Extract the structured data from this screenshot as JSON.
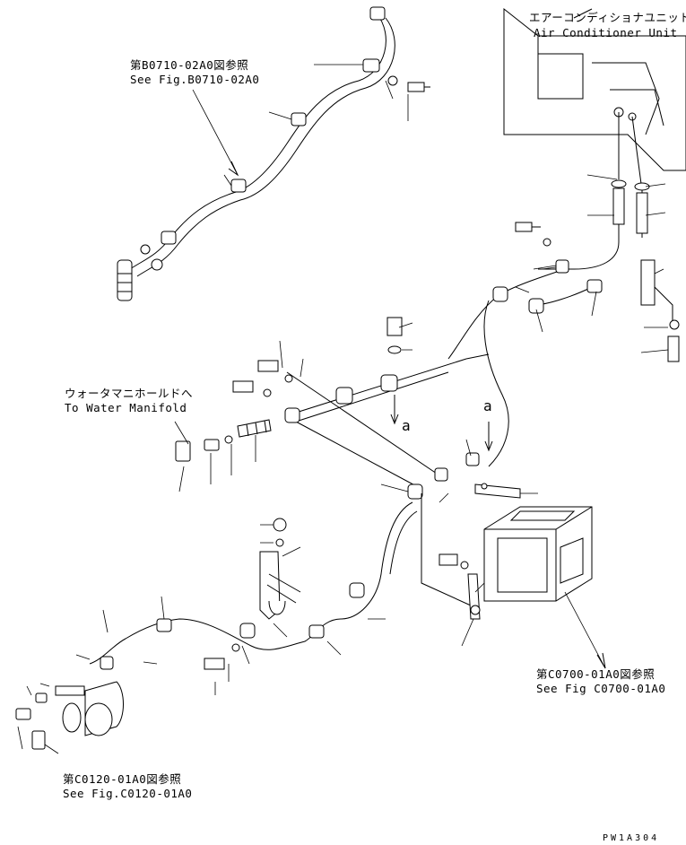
{
  "labels": {
    "aircon_jp": "エアーコンディショナユニット",
    "aircon_en": "Air Conditioner Unit",
    "ref_b0710_jp": "第B0710-02A0図参照",
    "ref_b0710_en": "See Fig.B0710-02A0",
    "water_jp": "ウォータマニホールドへ",
    "water_en": "To Water Manifold",
    "marker_a1": "a",
    "marker_a2": "a",
    "ref_c0700_jp": "第C0700-01A0図参照",
    "ref_c0700_en": "See Fig C0700-01A0",
    "ref_c0120_jp": "第C0120-01A0図参照",
    "ref_c0120_en": "See Fig.C0120-01A0",
    "drawing_code": "PW1A304"
  }
}
